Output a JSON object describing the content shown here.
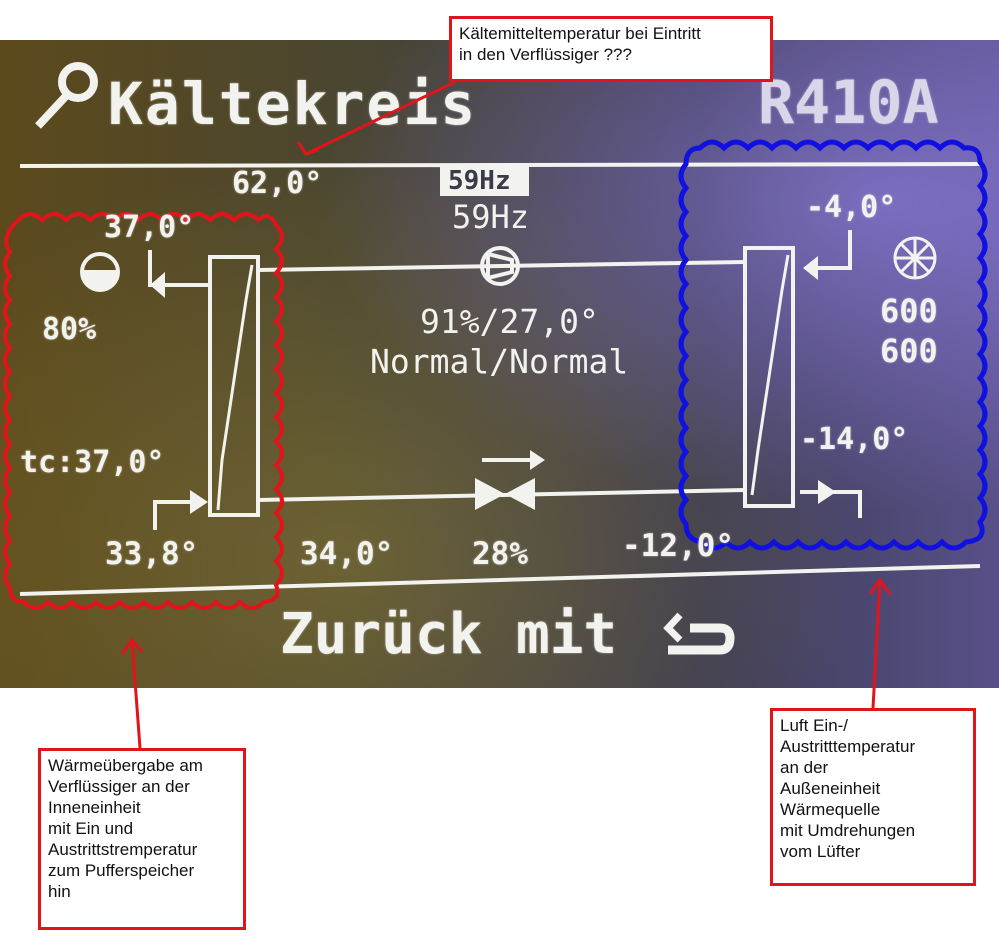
{
  "header": {
    "title": "Kältekreis",
    "refrigerant": "R410A"
  },
  "top": {
    "temp_left": "62,0°",
    "freq_box": "59Hz",
    "freq": "59Hz"
  },
  "condenser": {
    "outlet_temp": "37,0°",
    "pump_percent": "80%",
    "tc": "tc:37,0°",
    "inlet_temp": "33,8°"
  },
  "center": {
    "compressor_line": "91%/27,0°",
    "mode_line": "Normal/Normal"
  },
  "bottom": {
    "temp_a": "34,0°",
    "valve_percent": "28%",
    "temp_b": "-12,0°"
  },
  "evaporator": {
    "air_in": "-4,0°",
    "fan_rpm_1": "600",
    "fan_rpm_2": "600",
    "air_out": "-14,0°"
  },
  "footer": {
    "back_label": "Zurück mit"
  },
  "callouts": {
    "top": [
      "Kältemitteltemperatur bei Eintritt",
      "in den Verflüssiger ???"
    ],
    "left": [
      "Wärmeübergabe am",
      "Verflüssiger an der",
      "Inneneinheit",
      "mit Ein und",
      "Austrittstremperatur",
      "zum Pufferspeicher",
      "hin"
    ],
    "right": [
      "Luft Ein-/",
      "Austritttemperatur",
      "an der",
      "Außeneinheit",
      "Wärmequelle",
      "mit Umdrehungen",
      "vom Lüfter"
    ]
  },
  "colors": {
    "annotation_red": "#e2141b",
    "annotation_blue": "#1010e0",
    "lcd_text": "#f2f2ee"
  },
  "icons": [
    "search-icon",
    "pump-icon",
    "compressor-icon",
    "expansion-valve-icon",
    "fan-icon",
    "back-arrow-icon"
  ]
}
